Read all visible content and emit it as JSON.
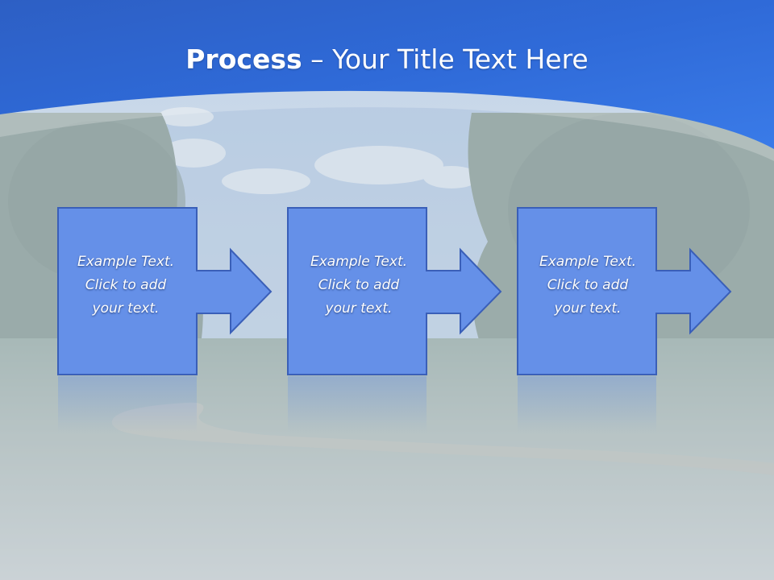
{
  "slide": {
    "title_bold": "Process",
    "title_rest": " – Your Title Text Here",
    "colors": {
      "header_blue": "#2f67d6",
      "shape_fill": "#6590e8",
      "shape_stroke": "#3a5fb8",
      "text": "#ffffff"
    }
  },
  "steps": [
    {
      "line1": "Example Text.",
      "line2": "Click  to add",
      "line3": "your text."
    },
    {
      "line1": "Example Text.",
      "line2": "Click  to add",
      "line3": "your text."
    },
    {
      "line1": "Example Text.",
      "line2": "Click  to add",
      "line3": "your text."
    }
  ]
}
